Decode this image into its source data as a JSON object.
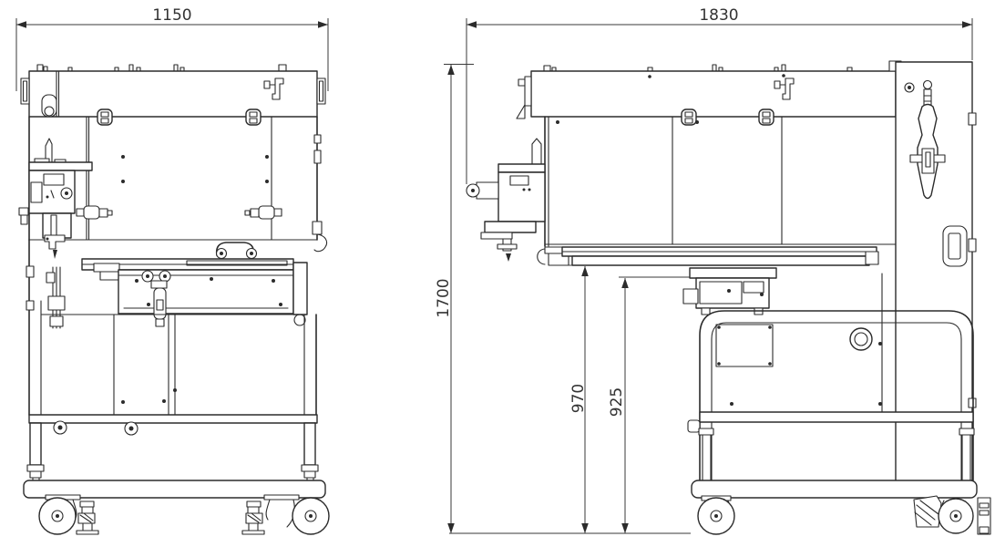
{
  "colors": {
    "line": "#2b2b2b",
    "dim_text": "#333333",
    "background": "#ffffff"
  },
  "dimensions": {
    "front_overall_width": "1150",
    "side_overall_length": "1830",
    "overall_height": "1700",
    "table_height": "970",
    "conveyor_height": "925"
  }
}
